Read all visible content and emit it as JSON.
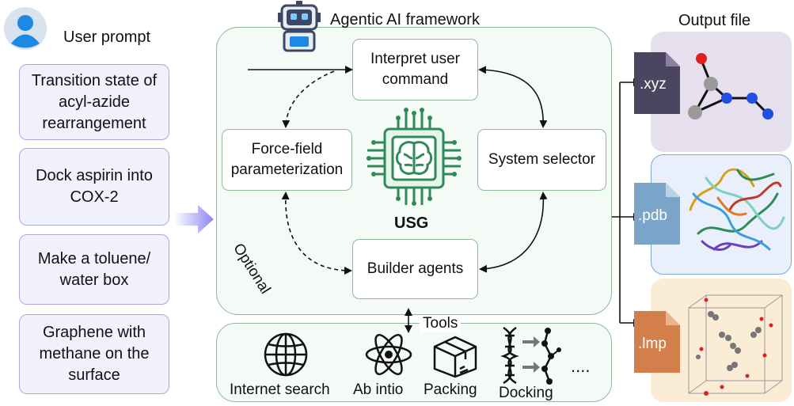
{
  "header": {
    "user_prompt": "User prompt",
    "framework_title": "Agentic AI framework",
    "output_title": "Output file"
  },
  "prompts": [
    "Transition state of acyl-azide rearrangement",
    "Dock aspirin into COX-2",
    "Make a toluene/ water box",
    "Graphene with methane on the surface"
  ],
  "nodes": {
    "interpret": "Interpret user command",
    "forcefield": "Force-field parameterization",
    "selector": "System selector",
    "builder": "Builder agents",
    "core": "USG",
    "optional": "Optional"
  },
  "tools": {
    "label": "Tools",
    "items": [
      "Internet search",
      "Ab intio",
      "Packing",
      "Docking"
    ],
    "more": "...."
  },
  "outputs": [
    ".xyz",
    ".pdb",
    ".lmp"
  ],
  "colors": {
    "prompt_border": "#a7a9e6",
    "framework_border": "#8fba9a",
    "core_green": "#2e8b57",
    "xyz": "#4b4560",
    "pdb": "#7aa5c9",
    "lmp": "#d37f4c"
  }
}
